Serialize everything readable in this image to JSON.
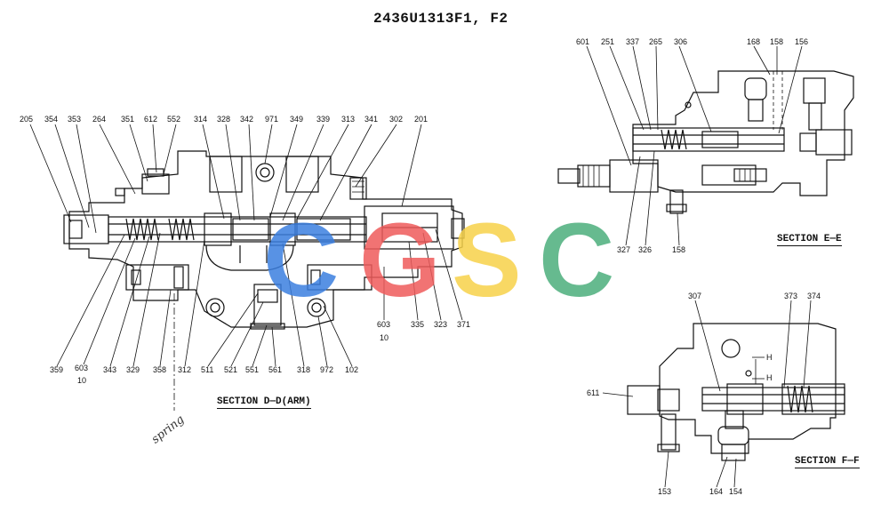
{
  "title": "2436U1313F1, F2",
  "sections": {
    "dd": "SECTION D—D(ARM)",
    "ee": "SECTION E—E",
    "ff": "SECTION F—F"
  },
  "handwriting": "spring",
  "watermark": {
    "letters": [
      "C",
      "G",
      "S",
      "C"
    ],
    "colors": [
      "#3b7fe0",
      "#ef5b5b",
      "#f7d24a",
      "#4cae7c"
    ]
  },
  "parts_dd": {
    "p205": "205",
    "p354": "354",
    "p353": "353",
    "p264": "264",
    "p351": "351",
    "p612": "612",
    "p552": "552",
    "p314": "314",
    "p328": "328",
    "p342": "342",
    "p971": "971",
    "p349": "349",
    "p339": "339",
    "p313": "313",
    "p341": "341",
    "p302": "302",
    "p201": "201",
    "p359": "359",
    "p603a": "603",
    "p10a": "10",
    "p343": "343",
    "p329": "329",
    "p358": "358",
    "p312": "312",
    "p511": "511",
    "p521": "521",
    "p551": "551",
    "p561": "561",
    "p318": "318",
    "p972": "972",
    "p102": "102",
    "p603b": "603",
    "p10b": "10",
    "p335": "335",
    "p323": "323",
    "p371": "371"
  },
  "parts_ee": {
    "p601": "601",
    "p251": "251",
    "p337": "337",
    "p265": "265",
    "p306": "306",
    "p168": "168",
    "p158a": "158",
    "p156": "156",
    "p327": "327",
    "p326": "326",
    "p158b": "158"
  },
  "parts_ff": {
    "p307": "307",
    "p373": "373",
    "p374": "374",
    "p611": "611",
    "ph1": "H",
    "ph2": "H",
    "p153": "153",
    "p164": "164",
    "p154": "154"
  }
}
